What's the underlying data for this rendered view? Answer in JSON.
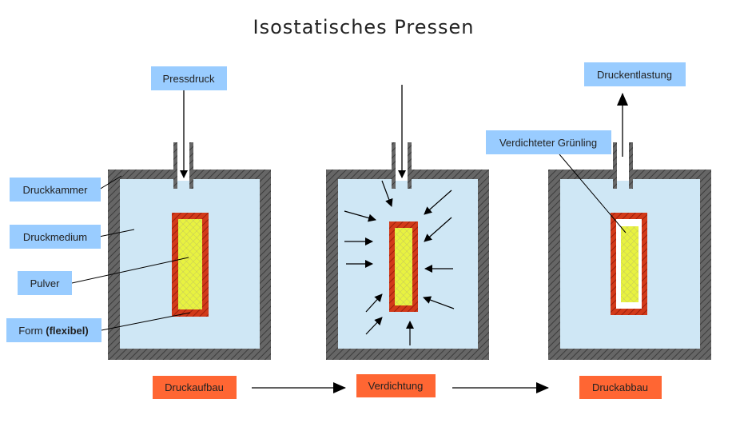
{
  "title": "Isostatisches Pressen",
  "labels": {
    "pressdruck": "Pressdruck",
    "druckentlastung": "Druckentlastung",
    "verdichteter_gruenling": "Verdichteter Grünling",
    "druckkammer": "Druckkammer",
    "druckmedium": "Druckmedium",
    "pulver": "Pulver",
    "form_prefix": "Form ",
    "form_bold": "(flexibel)"
  },
  "stages": [
    "Druckaufbau",
    "Verdichtung",
    "Druckabbau"
  ],
  "colors": {
    "label_box": "#99ccff",
    "stage_box": "#ff6633",
    "chamber_wall": "#666666",
    "medium": "#cfe7f5",
    "mold": "#d03818",
    "powder": "#e6f03c"
  }
}
